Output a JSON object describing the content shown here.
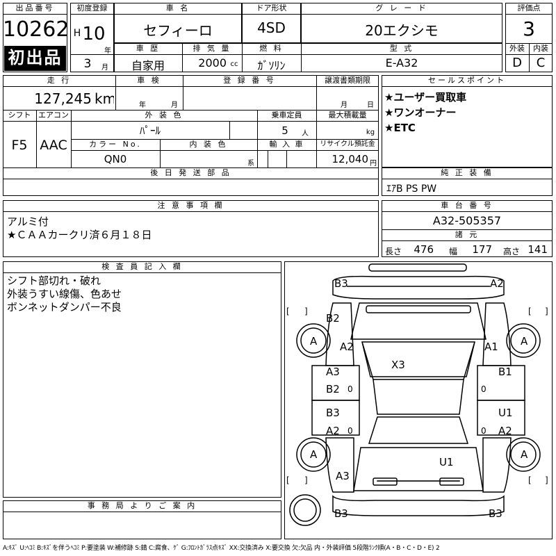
{
  "header": {
    "lot_label": "出品番号",
    "lot_number": "10262",
    "first_listing_badge": "初出品",
    "reg_label": "初度登録",
    "era": "H",
    "year": "10",
    "year_unit": "年",
    "month": "3",
    "month_unit": "月",
    "name_label": "車 名",
    "name": "セフィーロ",
    "door_label": "ドア形状",
    "door": "4SD",
    "grade_label": "グ レ ー ド",
    "grade": "20エクシモ",
    "score_label": "評価点",
    "score": "3",
    "history_label": "車 歴",
    "history": "自家用",
    "displacement_label": "排 気 量",
    "displacement": "2000",
    "displacement_unit": "cc",
    "fuel_label": "燃 料",
    "fuel": "ｶﾞｿﾘﾝ",
    "model_label": "型 式",
    "model": "E-A32",
    "exterior_label": "外装",
    "exterior_grade": "D",
    "interior_label": "内装",
    "interior_grade": "C"
  },
  "spec": {
    "mileage_label": "走 行",
    "mileage": "127,245",
    "mileage_unit": "km",
    "inspection_label": "車 検",
    "inspection_year_unit": "年",
    "inspection_month_unit": "月",
    "reg_no_label": "登 録 番 号",
    "transfer_label": "譲渡書類期限",
    "transfer_month_unit": "月",
    "transfer_day_unit": "日",
    "shift_label": "シフト",
    "shift": "F5",
    "ac_label": "エアコン",
    "ac": "AAC",
    "color_label": "外 装 色",
    "color": "ﾊﾟｰﾙ",
    "capacity_label": "乗車定員",
    "capacity": "5",
    "capacity_unit": "人",
    "load_label": "最大積載量",
    "load_unit": "kg",
    "color_no_label": "カラー No.",
    "color_no": "QN0",
    "int_color_label": "内 装 色",
    "int_color_unit": "系",
    "import_label": "輸 入 車",
    "recycle_label": "リサイクル預託金",
    "recycle": "12,040",
    "recycle_unit": "円",
    "later_parts_label": "後 日 発 送 部 品"
  },
  "sales_points": {
    "label": "セールスポイント",
    "items": [
      "★ユーザー買取車",
      "★ワンオーナー",
      "★ETC"
    ]
  },
  "equipment": {
    "label": "純 正 装 備",
    "value": "ｴｱB PS PW"
  },
  "caution": {
    "label": "注 意 事 項 欄",
    "lines": [
      "アルミ付",
      "★ＣＡＡカークリ済６月１８日"
    ]
  },
  "chassis": {
    "label": "車 台 番 号",
    "value": "A32-505357"
  },
  "dimensions": {
    "label": "諸 元",
    "length_label": "長さ",
    "length": "476",
    "width_label": "幅",
    "width": "177",
    "height_label": "高さ",
    "height": "141"
  },
  "inspector": {
    "label": "検 査 員 記 入 欄",
    "lines": [
      "シフト部切れ・破れ",
      "外装うすい線傷、色あせ",
      "ボンネットダンパー不良"
    ]
  },
  "office": {
    "label": "事 務 局 よ り ご 案 内"
  },
  "diagram": {
    "marks": {
      "front_left_corner": "B3",
      "front_right_corner": "A2",
      "left_fender": "B2",
      "left_a_pillar": "A2",
      "right_a_pillar": "A1",
      "front_left_wheel": "A",
      "front_right_wheel": "A",
      "roof": "X3",
      "left_front_door_1": "A3",
      "left_front_door_2": "B2",
      "right_front_door": "B1",
      "left_rear_door_1": "B3",
      "left_rear_door_2": "A2",
      "right_rear_door_1": "U1",
      "right_rear_door_2": "A2",
      "rear_left_wheel": "A",
      "rear_right_wheel": "A",
      "trunk": "U1",
      "left_quarter": "A3",
      "rear_left_corner": "B3",
      "rear_right_corner": "B3"
    },
    "door_zero_marks": [
      "0",
      "0",
      "0",
      "0"
    ],
    "bracket_open": "[",
    "bracket_close": "]"
  },
  "legend": "A:ｷｽﾞ U:ﾍｺﾐ B:ｷｽﾞを伴うﾍｺﾐ P:要塗装 W:補修跡 S:錆 C:腐食、ｹﾞ G:ﾌﾛﾝﾄｶﾞﾗｽ点ｷｽﾞ XX:交換済み X:要交換 欠:欠品 内・外装評価 5段階ﾗﾝｸ順(A・B・C・D・E) 2"
}
